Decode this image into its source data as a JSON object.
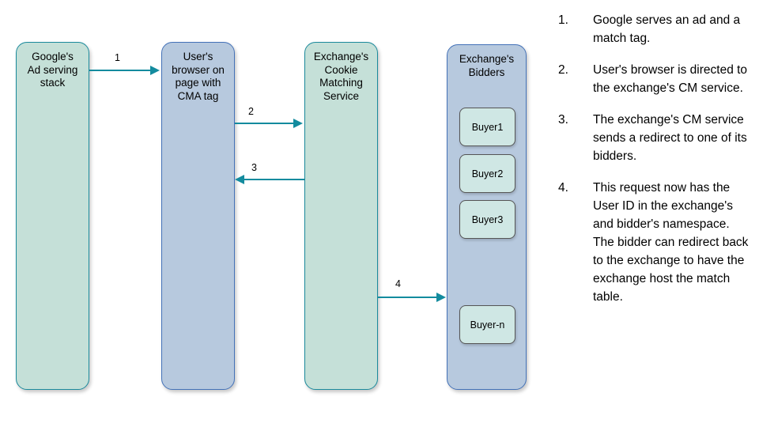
{
  "diagram": {
    "nodes": [
      {
        "id": "google",
        "label": "Google's\nAd serving\nstack",
        "fill": "#c5e0d8",
        "stroke": "#1b8a9c"
      },
      {
        "id": "browser",
        "label": "User's\nbrowser on\npage with\nCMA tag",
        "fill": "#b7c9de",
        "stroke": "#4472b8"
      },
      {
        "id": "cms",
        "label": "Exchange's\nCookie\nMatching\nService",
        "fill": "#c5e0d8",
        "stroke": "#1b8a9c"
      },
      {
        "id": "bidders",
        "label": "Exchange's\nBidders",
        "fill": "#b7c9de",
        "stroke": "#4472b8"
      }
    ],
    "buyers": [
      {
        "id": "buyer-1",
        "label": "Buyer1"
      },
      {
        "id": "buyer-2",
        "label": "Buyer2"
      },
      {
        "id": "buyer-3",
        "label": "Buyer3"
      },
      {
        "id": "buyer-n",
        "label": "Buyer-n"
      }
    ],
    "arrows": [
      {
        "id": "arrow-1",
        "label": "1",
        "from": "google",
        "to": "browser",
        "direction": "right"
      },
      {
        "id": "arrow-2",
        "label": "2",
        "from": "browser",
        "to": "cms",
        "direction": "right"
      },
      {
        "id": "arrow-3",
        "label": "3",
        "from": "cms",
        "to": "browser",
        "direction": "left"
      },
      {
        "id": "arrow-4",
        "label": "4",
        "from": "cms",
        "to": "bidders",
        "direction": "right"
      }
    ],
    "arrow_color": "#138b9e",
    "buyer_fill": "#cfe7e4",
    "buyer_stroke": "#555555"
  },
  "steps": [
    {
      "num": "1.",
      "text": "Google serves an ad and a match tag."
    },
    {
      "num": "2.",
      "text": "User's browser is directed to the exchange's CM service."
    },
    {
      "num": "3.",
      "text": "The exchange's CM service sends a redirect to one of its bidders."
    },
    {
      "num": "4.",
      "text": "This request now has the User ID in the exchange's and bidder's namespace. The bidder can redirect back to the exchange to have the exchange host the match table."
    }
  ]
}
